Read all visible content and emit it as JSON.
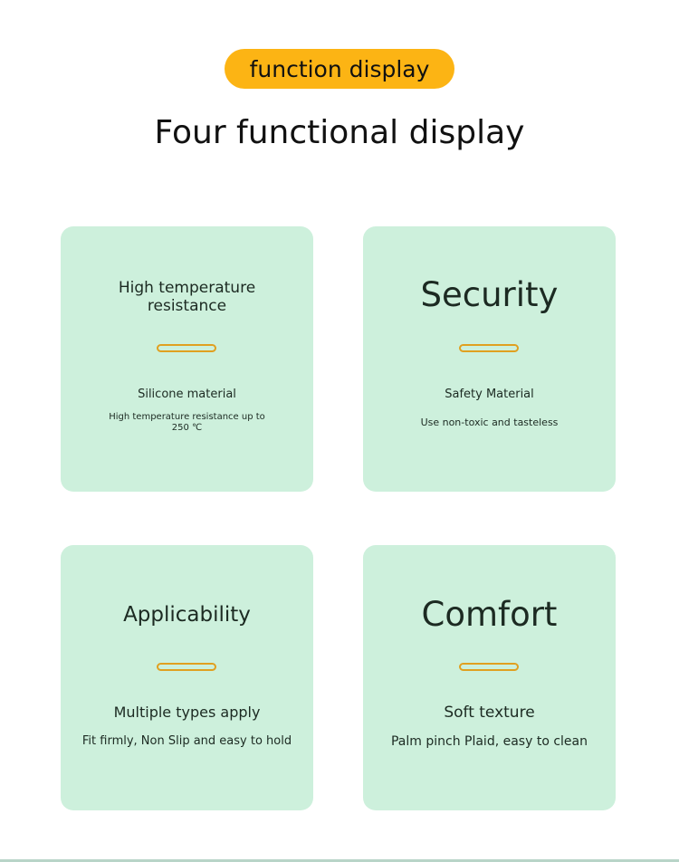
{
  "badge": "function display",
  "heading": "Four functional display",
  "cards": [
    {
      "title": "High temperature resistance",
      "subtitle": "Silicone material",
      "desc": "High temperature resistance up to 250 ℃"
    },
    {
      "title": "Security",
      "subtitle": "Safety Material",
      "desc": "Use non-toxic and tasteless"
    },
    {
      "title": "Applicability",
      "subtitle": "Multiple types apply",
      "desc": "Fit firmly, Non Slip and easy to hold"
    },
    {
      "title": "Comfort",
      "subtitle": "Soft texture",
      "desc": "Palm pinch Plaid, easy to clean"
    }
  ],
  "colors": {
    "accent": "#fcb414",
    "card": "#cdf0dc",
    "bar": "#e0a020"
  }
}
